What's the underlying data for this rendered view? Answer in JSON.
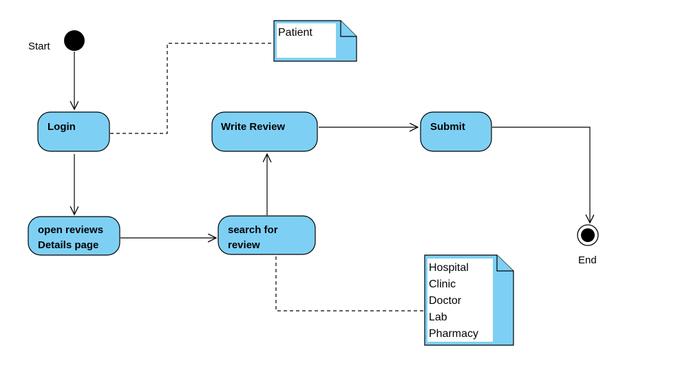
{
  "diagram": {
    "start_label": "Start",
    "end_label": "End",
    "activities": {
      "login": "Login",
      "open_reviews": [
        "open reviews",
        "Details page"
      ],
      "search": [
        "search for",
        "review"
      ],
      "write_review": "Write Review",
      "submit": "Submit"
    },
    "notes": {
      "actor": "Patient",
      "targets": [
        "Hospital",
        "Clinic",
        "Doctor",
        "Lab",
        "Pharmacy"
      ]
    }
  },
  "colors": {
    "activity_fill": "#7dd0f4",
    "note_fill": "#7dd0f4",
    "note_inner": "#ffffff",
    "stroke": "#000000"
  }
}
